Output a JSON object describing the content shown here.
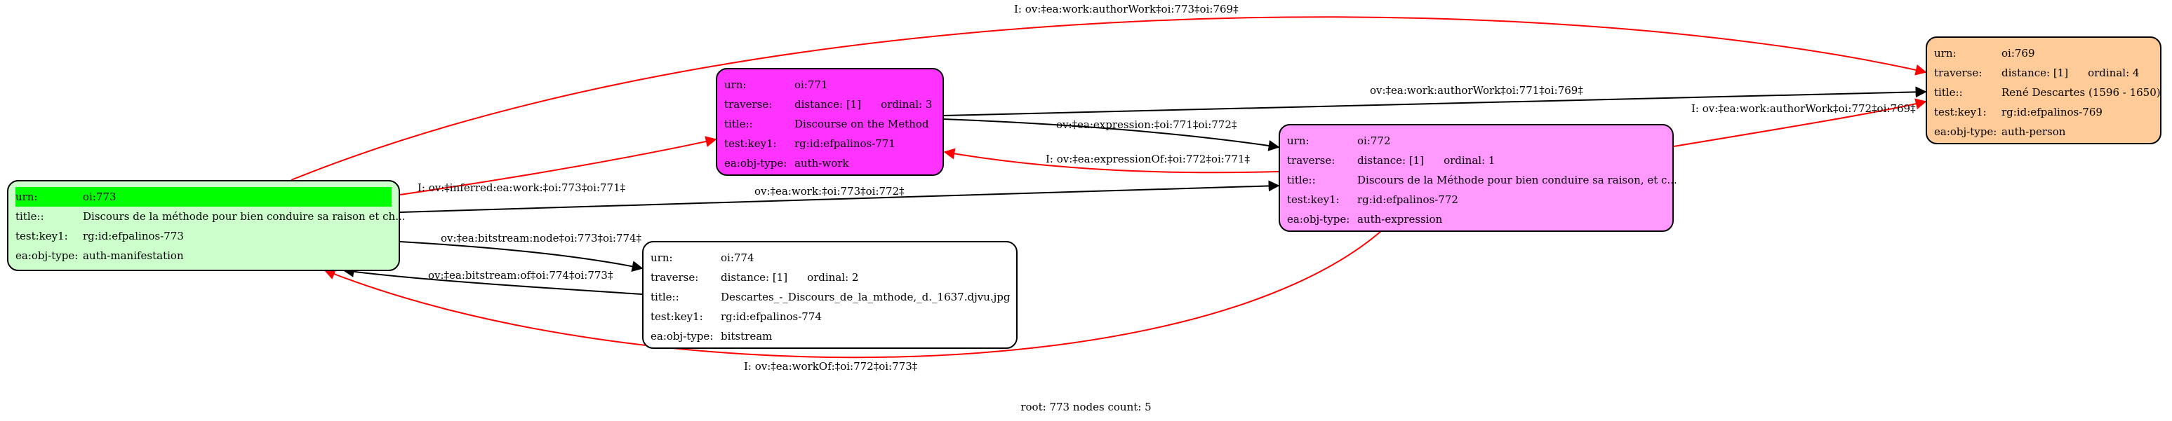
{
  "colors": {
    "edge_red": "#ff0000",
    "edge_black": "#000000",
    "n769": "#ffcc99",
    "n771": "#ff33ff",
    "n772": "#ff99ff",
    "n773": "#ccffcc",
    "n774": "#ffffff",
    "highlight": "#00ff00"
  },
  "nodes": {
    "n769": {
      "urn_key": "urn:",
      "urn": "oi:769",
      "traverse_key": "traverse:",
      "distance": "distance: [1]",
      "ordinal": "ordinal: 4",
      "title_key": "title::",
      "title": "René Descartes (1596 - 1650)",
      "testkey_key": "test:key1:",
      "testkey": "rg:id:efpalinos-769",
      "objtype_key": "ea:obj-type:",
      "objtype": "auth-person"
    },
    "n771": {
      "urn_key": "urn:",
      "urn": "oi:771",
      "traverse_key": "traverse:",
      "distance": "distance: [1]",
      "ordinal": "ordinal: 3",
      "title_key": "title::",
      "title": "Discourse on the Method",
      "testkey_key": "test:key1:",
      "testkey": "rg:id:efpalinos-771",
      "objtype_key": "ea:obj-type:",
      "objtype": "auth-work"
    },
    "n772": {
      "urn_key": "urn:",
      "urn": "oi:772",
      "traverse_key": "traverse:",
      "distance": "distance: [1]",
      "ordinal": "ordinal: 1",
      "title_key": "title::",
      "title": "Discours de la Méthode pour bien conduire sa raison, et c...",
      "testkey_key": "test:key1:",
      "testkey": "rg:id:efpalinos-772",
      "objtype_key": "ea:obj-type:",
      "objtype": "auth-expression"
    },
    "n773": {
      "urn_key": "urn:",
      "urn": "oi:773",
      "title_key": "title::",
      "title": "Discours de la méthode pour bien conduire sa raison et ch...",
      "testkey_key": "test:key1:",
      "testkey": "rg:id:efpalinos-773",
      "objtype_key": "ea:obj-type:",
      "objtype": "auth-manifestation"
    },
    "n774": {
      "urn_key": "urn:",
      "urn": "oi:774",
      "traverse_key": "traverse:",
      "distance": "distance: [1]",
      "ordinal": "ordinal: 2",
      "title_key": "title::",
      "title": "Descartes_-_Discours_de_la_mthode,_d._1637.djvu.jpg",
      "testkey_key": "test:key1:",
      "testkey": "rg:id:efpalinos-774",
      "objtype_key": "ea:obj-type:",
      "objtype": "bitstream"
    }
  },
  "edges": {
    "e1": "I: ov:‡ea:work:authorWork‡oi:773‡oi:769‡",
    "e2": "ov:‡ea:work:authorWork‡oi:771‡oi:769‡",
    "e3": "I: ov:‡ea:work:authorWork‡oi:772‡oi:769‡",
    "e4": "I: ov:‡inferred:ea:work:‡oi:773‡oi:771‡",
    "e5": "ov:‡ea:expression:‡oi:771‡oi:772‡",
    "e6": "I: ov:‡ea:expressionOf:‡oi:772‡oi:771‡",
    "e7": "ov:‡ea:work:‡oi:773‡oi:772‡",
    "e8": "ov:‡ea:bitstream:node‡oi:773‡oi:774‡",
    "e9": "ov:‡ea:bitstream:of‡oi:774‡oi:773‡",
    "e10": "I: ov:‡ea:workOf:‡oi:772‡oi:773‡"
  },
  "footer": "root: 773 nodes count: 5"
}
